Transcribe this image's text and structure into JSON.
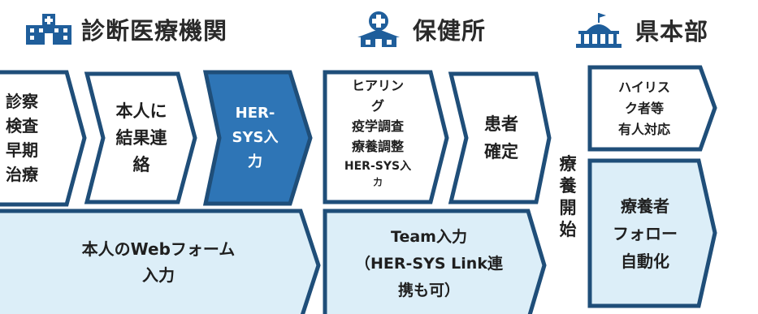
{
  "colors": {
    "navy": "#1F4E79",
    "light_fill": "#DCEEF8",
    "dark_fill": "#2E75B6",
    "header_text": "#2A2A2A",
    "icon_blue": "#1F5E9B"
  },
  "headers": {
    "clinic": {
      "label": "診断医療機関",
      "icon": "hospital-icon"
    },
    "health_center": {
      "label": "保健所",
      "icon": "health-center-icon"
    },
    "prefecture": {
      "label": "県本部",
      "icon": "government-building-icon"
    }
  },
  "steps": {
    "s1": {
      "lines": [
        "診察",
        "検査",
        "早期",
        "治療"
      ]
    },
    "s2": {
      "lines": [
        "本人に",
        "結果連",
        "絡"
      ]
    },
    "s3": {
      "lines": [
        "HER-",
        "SYS入",
        "力"
      ]
    },
    "s4": {
      "lines": [
        "ヒアリン",
        "グ",
        "疫学調査",
        "療養調整",
        "HER-SYS入",
        "力"
      ]
    },
    "s5": {
      "lines": [
        "患者",
        "確定"
      ]
    },
    "vertical": {
      "lines": [
        "療",
        "養",
        "開",
        "始"
      ]
    },
    "s6": {
      "lines": [
        "ハイリス",
        "ク者等",
        "有人対応"
      ]
    },
    "web": {
      "lines": [
        "本人のWebフォーム",
        "入力"
      ]
    },
    "team": {
      "lines": [
        "Team入力",
        "（HER-SYS Link連",
        "携も可）"
      ]
    },
    "follow": {
      "lines": [
        "療養者",
        "フォロー",
        "自動化"
      ]
    }
  }
}
